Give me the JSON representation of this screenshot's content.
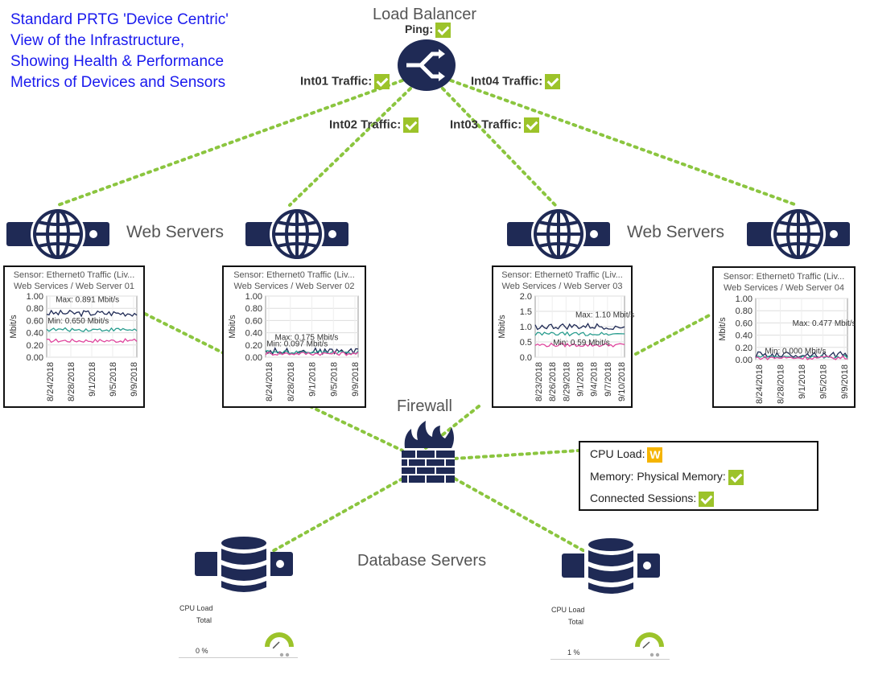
{
  "caption": {
    "lines": [
      "Standard PRTG 'Device Centric'",
      "View of the Infrastructure,",
      "Showing Health & Performance",
      "Metrics of Devices and Sensors"
    ]
  },
  "load_balancer": {
    "title": "Load Balancer",
    "ping_label": "Ping:",
    "int01_label": "Int01 Traffic:",
    "int02_label": "Int02 Traffic:",
    "int03_label": "Int03 Traffic:",
    "int04_label": "Int04 Traffic:"
  },
  "groups": {
    "web_left": "Web Servers",
    "web_right": "Web Servers",
    "firewall": "Firewall",
    "database": "Database Servers"
  },
  "firewall_status": {
    "cpu_label": "CPU Load:",
    "cpu_status": "W",
    "memory_label": "Memory: Physical Memory:",
    "sessions_label": "Connected Sessions:"
  },
  "colors": {
    "icon": "#1f2a55",
    "link": "#8bc53f",
    "ok": "#9cc32a",
    "warning": "#f5b400",
    "caption": "#1a1aee",
    "max_line": "#1f2a55",
    "mid_line": "#2a9d8f",
    "min_line": "#e0479e"
  },
  "charts": [
    {
      "sensor": "Sensor: Ethernet0 Traffic (Liv...",
      "path": "Web Services / Web Server 01",
      "ylabel": "Mbit/s",
      "yticks": [
        "1.00",
        "0.80",
        "0.60",
        "0.40",
        "0.20",
        "0.00"
      ],
      "xticks": [
        "8/24/2018",
        "8/28/2018",
        "9/1/2018",
        "9/5/2018",
        "9/9/2018"
      ],
      "max_note": "Max: 0.891 Mbit/s",
      "min_note": "Min: 0.650 Mbit/s"
    },
    {
      "sensor": "Sensor: Ethernet0 Traffic (Liv...",
      "path": "Web Services / Web Server 02",
      "ylabel": "Mbit/s",
      "yticks": [
        "1.00",
        "0.80",
        "0.60",
        "0.40",
        "0.20",
        "0.00"
      ],
      "xticks": [
        "8/24/2018",
        "8/28/2018",
        "9/1/2018",
        "9/5/2018",
        "9/9/2018"
      ],
      "max_note": "Max: 0.175 Mbit/s",
      "min_note": "Min: 0.097 Mbit/s"
    },
    {
      "sensor": "Sensor: Ethernet0 Traffic (Liv...",
      "path": "Web Services / Web Server 03",
      "ylabel": "Mbit/s",
      "yticks": [
        "2.0",
        "1.5",
        "1.0",
        "0.5",
        "0.0"
      ],
      "xticks": [
        "8/23/2018",
        "8/26/2018",
        "8/29/2018",
        "9/1/2018",
        "9/4/2018",
        "9/7/2018",
        "9/10/2018"
      ],
      "max_note": "Max: 1.10 Mbit/s",
      "min_note": "Min: 0.59 Mbit/s"
    },
    {
      "sensor": "Sensor: Ethernet0 Traffic (Liv...",
      "path": "Web Services / Web Server 04",
      "ylabel": "Mbit/s",
      "yticks": [
        "1.00",
        "0.80",
        "0.60",
        "0.40",
        "0.20",
        "0.00"
      ],
      "xticks": [
        "8/24/2018",
        "8/28/2018",
        "9/1/2018",
        "9/5/2018",
        "9/9/2018"
      ],
      "max_note": "Max: 0.477 Mbit/s",
      "min_note": "Min: 0.000 Mbit/s"
    }
  ],
  "gauges": [
    {
      "label": "CPU Load",
      "sub": "Total",
      "value": "0 %",
      "percent": 0
    },
    {
      "label": "CPU Load",
      "sub": "Total",
      "value": "1 %",
      "percent": 1
    }
  ]
}
